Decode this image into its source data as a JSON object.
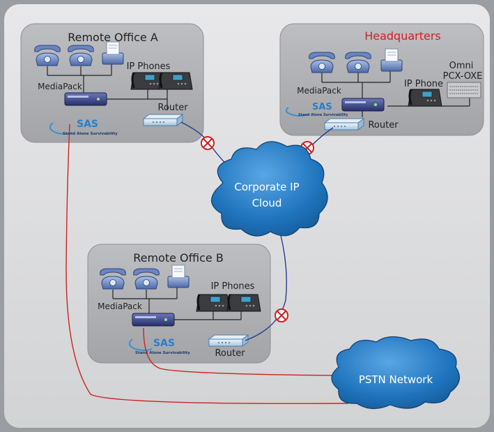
{
  "offices": {
    "remote_a": {
      "title": "Remote Office A",
      "ip_phones_label": "IP Phones",
      "mediapack_label": "MediaPack",
      "router_label": "Router",
      "sas_label": "SAS",
      "sas_sub": "Stand Alone Survivability"
    },
    "headquarters": {
      "title": "Headquarters",
      "ip_phone_label": "IP Phone",
      "mediapack_label": "MediaPack",
      "router_label": "Router",
      "pbx_line1": "Omni",
      "pbx_line2": "PCX-OXE",
      "sas_label": "SAS",
      "sas_sub": "Stand Alone Survivability"
    },
    "remote_b": {
      "title": "Remote Office B",
      "ip_phones_label": "IP Phones",
      "mediapack_label": "MediaPack",
      "router_label": "Router",
      "sas_label": "SAS",
      "sas_sub": "Stand Alone Survivability"
    }
  },
  "clouds": {
    "corporate_line1": "Corporate IP",
    "corporate_line2": "Cloud",
    "pstn": "PSTN Network"
  },
  "colors": {
    "background": "#9a9ea2",
    "panel": "#dcdcde",
    "office_box": "#a9aaad",
    "cloud": "#1b6fb8",
    "ip_link": "#2a3a8f",
    "pstn_link": "#cc2222",
    "hq_title": "#cc2222"
  }
}
